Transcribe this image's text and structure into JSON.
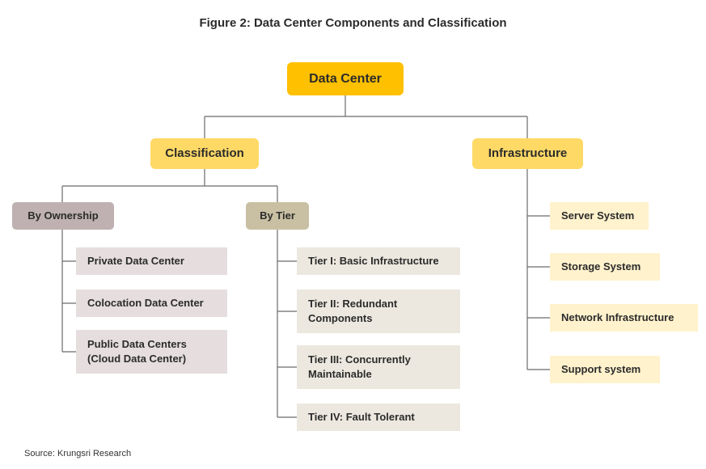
{
  "title": "Figure 2: Data Center Components and Classification",
  "root": "Data Center",
  "classification": "Classification",
  "infrastructure": "Infrastructure",
  "by_ownership": {
    "label": "By Ownership",
    "items": [
      "Private Data Center",
      "Colocation Data Center",
      "Public Data Centers\n(Cloud Data Center)"
    ]
  },
  "by_tier": {
    "label": "By Tier",
    "items": [
      "Tier I: Basic Infrastructure",
      "Tier II: Redundant\nComponents",
      "Tier III: Concurrently\nMaintainable",
      "Tier IV: Fault Tolerant"
    ]
  },
  "infrastructure_items": [
    "Server System",
    "Storage System",
    "Network Infrastructure",
    "Support system"
  ],
  "source": "Source: Krungsri Research",
  "colors": {
    "root": "#ffc000",
    "level2": "#ffd966",
    "ownership_header": "#bfb1b1",
    "tier_header": "#c9c0a3",
    "ownership_items": "#e6dede",
    "tier_items": "#ece8df",
    "infrastructure_items": "#fff2cc",
    "connector": "#6b6b6b"
  }
}
